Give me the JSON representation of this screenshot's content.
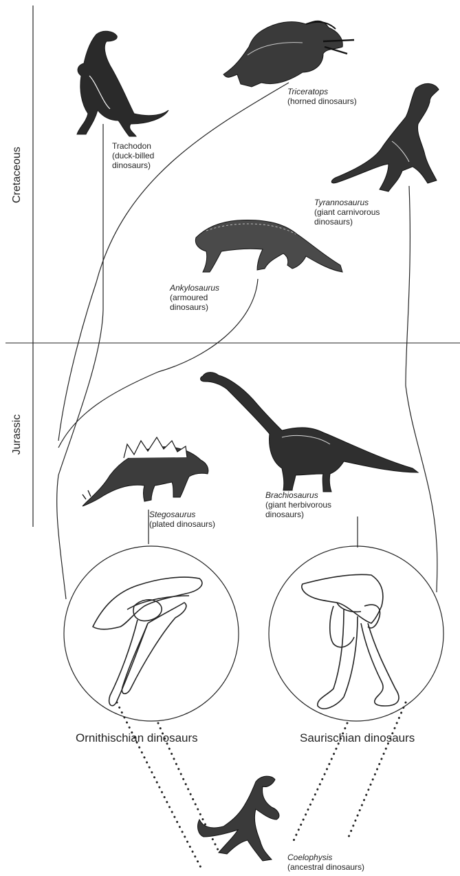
{
  "periods": [
    {
      "id": "cretaceous",
      "label": "Cretaceous"
    },
    {
      "id": "jurassic",
      "label": "Jurassic"
    }
  ],
  "dinosaurs": [
    {
      "id": "trachodon",
      "name": "Trachodon",
      "description": "(duck-billed\ndinosaurs)",
      "italic_name": false
    },
    {
      "id": "triceratops",
      "name": "Triceratops",
      "description": "(horned dinosaurs)",
      "italic_name": true
    },
    {
      "id": "tyrannosaurus",
      "name": "Tyrannosaurus",
      "description": "(giant carnivorous\ndinosaurs)",
      "italic_name": true
    },
    {
      "id": "ankylosaurus",
      "name": "Ankylosaurus",
      "description": "(armoured\ndinosaurs)",
      "italic_name": true
    },
    {
      "id": "brachiosaurus",
      "name": "Brachiosaurus",
      "description": "(giant herbivorous\ndinosaurs)",
      "italic_name": true
    },
    {
      "id": "stegosaurus",
      "name": "Stegosaurus",
      "description": "(plated dinosaurs)",
      "italic_name": true
    },
    {
      "id": "coelophysis",
      "name": "Coelophysis",
      "description": "(ancestral dinosaurs)",
      "italic_name": true
    }
  ],
  "groups": [
    {
      "id": "ornithischian",
      "label": "Ornithischian dinosaurs"
    },
    {
      "id": "saurischian",
      "label": "Saurischian dinosaurs"
    }
  ]
}
